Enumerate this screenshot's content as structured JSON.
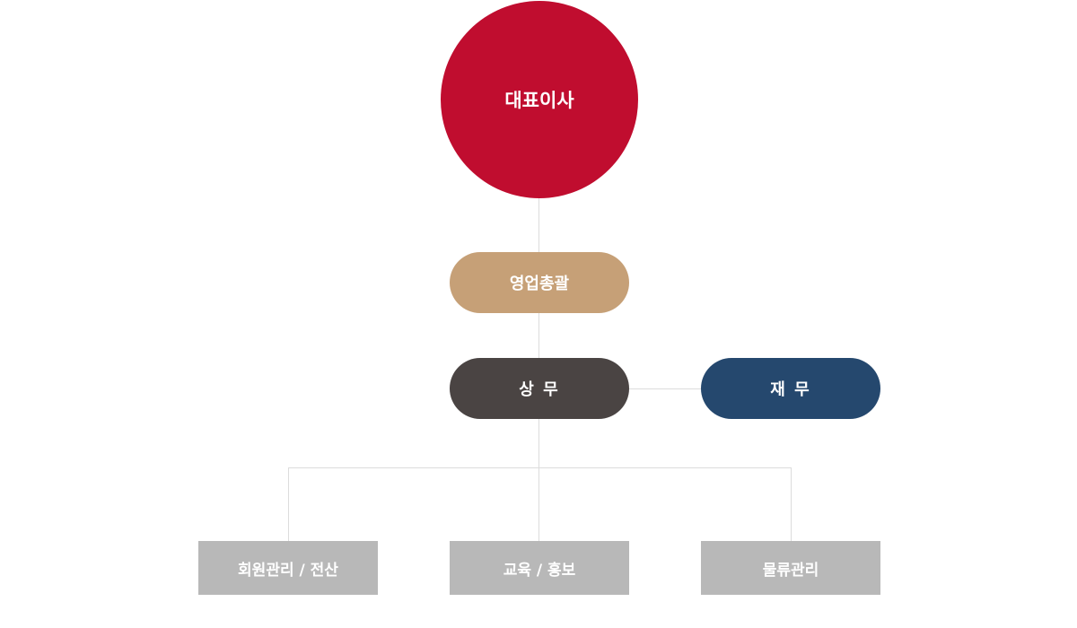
{
  "org_chart": {
    "ceo": "대표이사",
    "sales_head": "영업총괄",
    "executive": "상 무",
    "finance": "재 무",
    "departments": [
      "회원관리 / 전산",
      "교육 / 홍보",
      "물류관리"
    ]
  },
  "colors": {
    "ceo": "#c00d2f",
    "sales_head": "#c6a077",
    "executive": "#4a4443",
    "finance": "#25486e",
    "department": "#b8b8b8",
    "connector": "#dcdcdc"
  }
}
